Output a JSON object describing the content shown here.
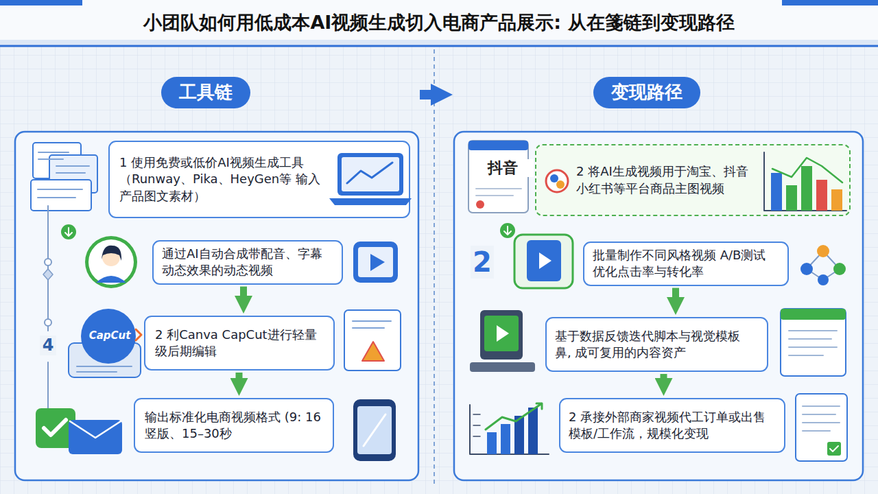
{
  "diagram": {
    "title": "小团队如何用低成本AI视频生成切入电商产品展示: 从在箋链到变现路径",
    "nodes": [
      {
        "text": [
          "工具链"
        ]
      },
      {
        "text": [
          "1 使用免费或低价AI视频生成工具 （Runway、Pika、HeyGen等 输入产品图文素材）"
        ],
        "in": 0
      },
      {
        "text": [
          "通过AI自动合成带配音、字幕 动态效果的动态视频"
        ],
        "in": 0
      },
      {
        "text": [
          "2 利Canva CapCut进行轻量 级后期编辑"
        ],
        "in": 0
      },
      {
        "text": [
          "输出标准化电商视频格式 (9: 16竖版、15–30秒"
        ],
        "in": 0
      },
      {
        "text": [
          "变现路径"
        ]
      },
      {
        "text": [
          "2 将AI生成视频用于淘宝、抖音 小红书等平台商品主图视频"
        ],
        "in": 5
      },
      {
        "text": [
          "批量制作不同风格视频 A/B测试 优化点击率与转化率"
        ],
        "in": 5
      },
      {
        "text": [
          "基于数据反馈迭代脚本与视觉模板 鼻, 成可复用的内容资产"
        ],
        "in": 5
      },
      {
        "text": [
          "2 承接外部商家视频代工订单或出售 模板/工作流，规模化变现"
        ],
        "in": 5
      }
    ],
    "edges": [
      {
        "from": 0,
        "to": 5,
        "arrow": "to"
      },
      {
        "from": 2,
        "to": 3,
        "arrow": "to"
      },
      {
        "from": 3,
        "to": 4,
        "arrow": "to"
      },
      {
        "from": 7,
        "to": 8,
        "arrow": "to"
      },
      {
        "from": 8,
        "to": 9,
        "arrow": "to"
      }
    ],
    "labels": [
      "抖音",
      "4",
      "2",
      "CapCut"
    ]
  }
}
